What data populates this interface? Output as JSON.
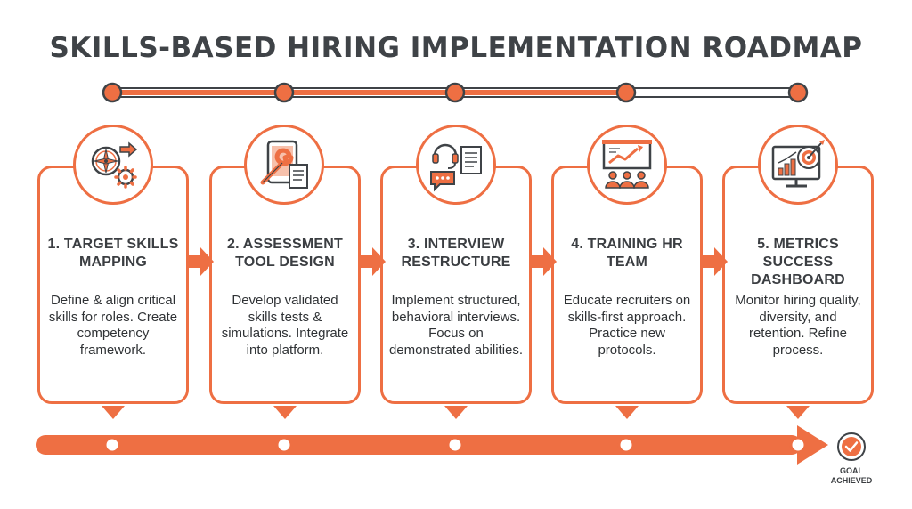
{
  "title": "SKILLS-BASED HIRING IMPLEMENTATION ROADMAP",
  "accent_color": "#ee6f43",
  "steps": [
    {
      "title": "1. TARGET SKILLS MAPPING",
      "description": "Define & align critical skills for roles. Create competency framework.",
      "icon": "compass-gear-icon"
    },
    {
      "title": "2. ASSESSMENT TOOL DESIGN",
      "description": "Develop validated skills tests & simulations. Integrate into platform.",
      "icon": "tablet-wrench-icon"
    },
    {
      "title": "3. INTERVIEW RESTRUCTURE",
      "description": "Implement structured, behavioral interviews. Focus on demonstrated abilities.",
      "icon": "headset-chat-icon"
    },
    {
      "title": "4. TRAINING HR TEAM",
      "description": "Educate recruiters on skills-first approach. Practice new protocols.",
      "icon": "presentation-board-icon"
    },
    {
      "title": "5. METRICS SUCCESS DASHBOARD",
      "description": "Monitor hiring quality, diversity, and retention. Refine process.",
      "icon": "monitor-target-icon"
    }
  ],
  "goal": {
    "label": "GOAL ACHIEVED",
    "icon": "checkmark-circle-icon"
  }
}
